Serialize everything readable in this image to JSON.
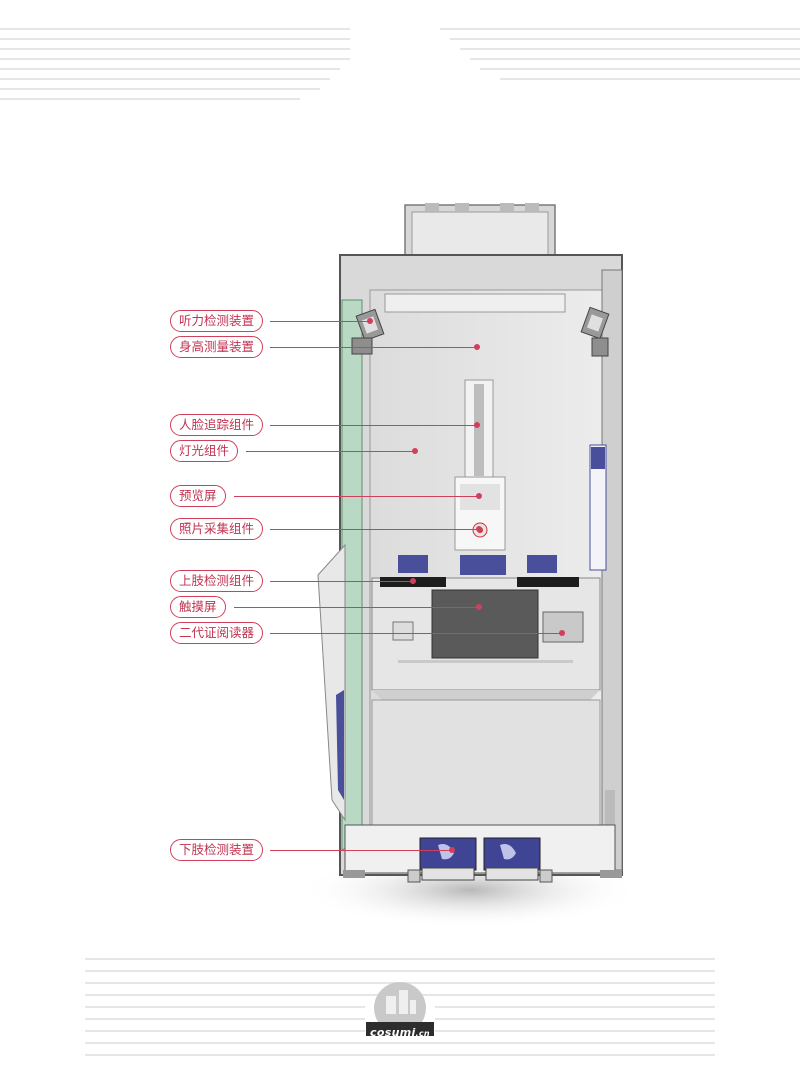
{
  "callouts": [
    {
      "label": "听力检测装置",
      "name": "hearing-test-device"
    },
    {
      "label": "身高测量装置",
      "name": "height-measurement-device"
    },
    {
      "label": "人脸追踪组件",
      "name": "face-tracking-module"
    },
    {
      "label": "灯光组件",
      "name": "lighting-module"
    },
    {
      "label": "预览屏",
      "name": "preview-screen"
    },
    {
      "label": "照片采集组件",
      "name": "photo-capture-module"
    },
    {
      "label": "上肢检测组件",
      "name": "upper-limb-test-module"
    },
    {
      "label": "触摸屏",
      "name": "touch-screen"
    },
    {
      "label": "二代证阅读器",
      "name": "id-card-reader"
    },
    {
      "label": "下肢检测装置",
      "name": "lower-limb-test-device"
    }
  ],
  "logo": {
    "text": "cosumi",
    "suffix": ".cn"
  },
  "colors": {
    "accent": "#d1405a",
    "panel": "#4a4f9c"
  }
}
